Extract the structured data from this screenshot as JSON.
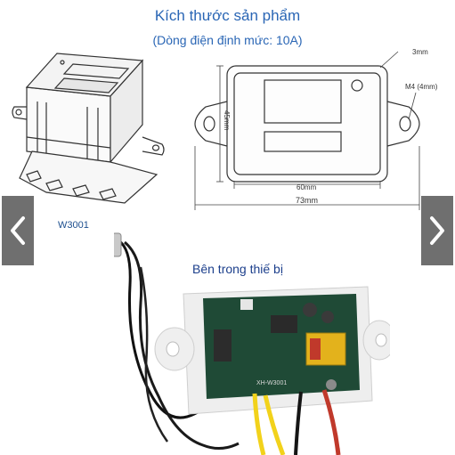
{
  "header": {
    "title": "Kích thước sản phẩm",
    "subtitle": "(Dòng điện định mức: 10A)"
  },
  "left_drawing": {
    "model_label": "W3001"
  },
  "dimension_drawing": {
    "label_thickness": "3mm",
    "label_hole": "M4 (4mm)",
    "label_height": "45mm",
    "label_inner_width": "60mm",
    "label_outer_width": "73mm"
  },
  "photo": {
    "caption": "Bên trong thiế bị",
    "board_text": "XH-W3001"
  },
  "navigation": {
    "prev_icon": "chevron-left-icon",
    "next_icon": "chevron-right-icon"
  },
  "colors": {
    "title": "#2a66b5",
    "nav_bg": "#464646",
    "pcb": "#1f4a36"
  }
}
